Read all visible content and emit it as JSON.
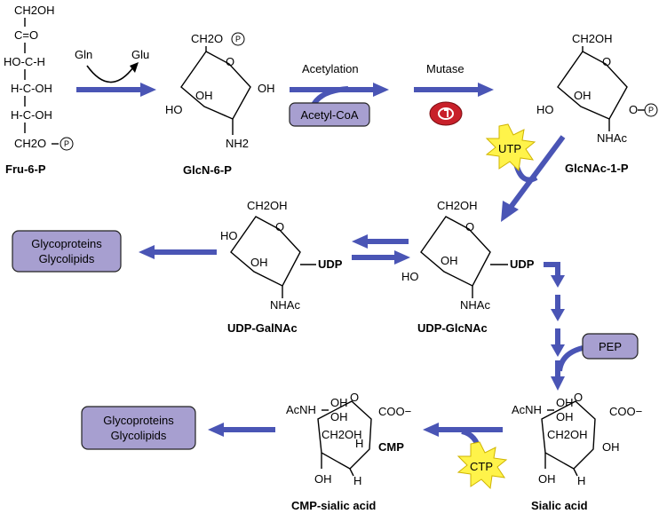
{
  "fru6p": {
    "chain": [
      "CH2OH",
      "C=O",
      "HO-C-H",
      "H-C-OH",
      "H-C-OH",
      "CH2O"
    ],
    "phosphate": "P",
    "label": "Fru-6-P"
  },
  "step1": {
    "in": "Gln",
    "out": "Glu"
  },
  "glcn6p": {
    "ch2o": "CH2O",
    "phosphate": "P",
    "ho_left": "HO",
    "oh_right": "OH",
    "oh_mid": "OH",
    "nh2": "NH2",
    "label": "GlcN-6-P"
  },
  "acetylation": {
    "label": "Acetylation",
    "cofactor": "Acetyl-CoA"
  },
  "mutase": {
    "label": "Mutase"
  },
  "glcnac1p": {
    "ch2oh": "CH2OH",
    "ho": "HO",
    "oh": "OH",
    "phos_prefix": "O",
    "phosphate": "P",
    "nhac": "NHAc",
    "label": "GlcNAc-1-P"
  },
  "utp": {
    "label": "UTP"
  },
  "udpglcnac": {
    "ch2oh": "CH2OH",
    "ho": "HO",
    "oh": "OH",
    "udp": "UDP",
    "nhac": "NHAc",
    "label": "UDP-GlcNAc"
  },
  "udpgalnac": {
    "ch2oh": "CH2OH",
    "ho": "HO",
    "oh": "OH",
    "udp": "UDP",
    "nhac": "NHAc",
    "label": "UDP-GalNAc"
  },
  "products_top": {
    "line1": "Glycoproteins",
    "line2": "Glycolipids"
  },
  "pep": {
    "label": "PEP"
  },
  "sialic": {
    "acnh": "AcNH",
    "oh1": "OH",
    "oh2": "OH",
    "ch2oh": "CH2OH",
    "coo": "COO−",
    "oh_right": "OH",
    "oh_bottom": "OH",
    "h_bottom": "H",
    "label": "Sialic acid"
  },
  "ctp": {
    "label": "CTP"
  },
  "cmpsialic": {
    "acnh": "AcNH",
    "oh1": "OH",
    "oh2": "OH",
    "ch2oh": "CH2OH",
    "h_mid": "H",
    "coo": "COO−",
    "cmp": "CMP",
    "oh_bottom": "OH",
    "h_bottom": "H",
    "label": "CMP-sialic acid"
  },
  "products_bottom": {
    "line1": "Glycoproteins",
    "line2": "Glycolipids"
  },
  "colors": {
    "arrow": "#4a55b5",
    "box": "#a79fd0",
    "burst": "#fff34a",
    "enzyme": "#c8202a"
  }
}
